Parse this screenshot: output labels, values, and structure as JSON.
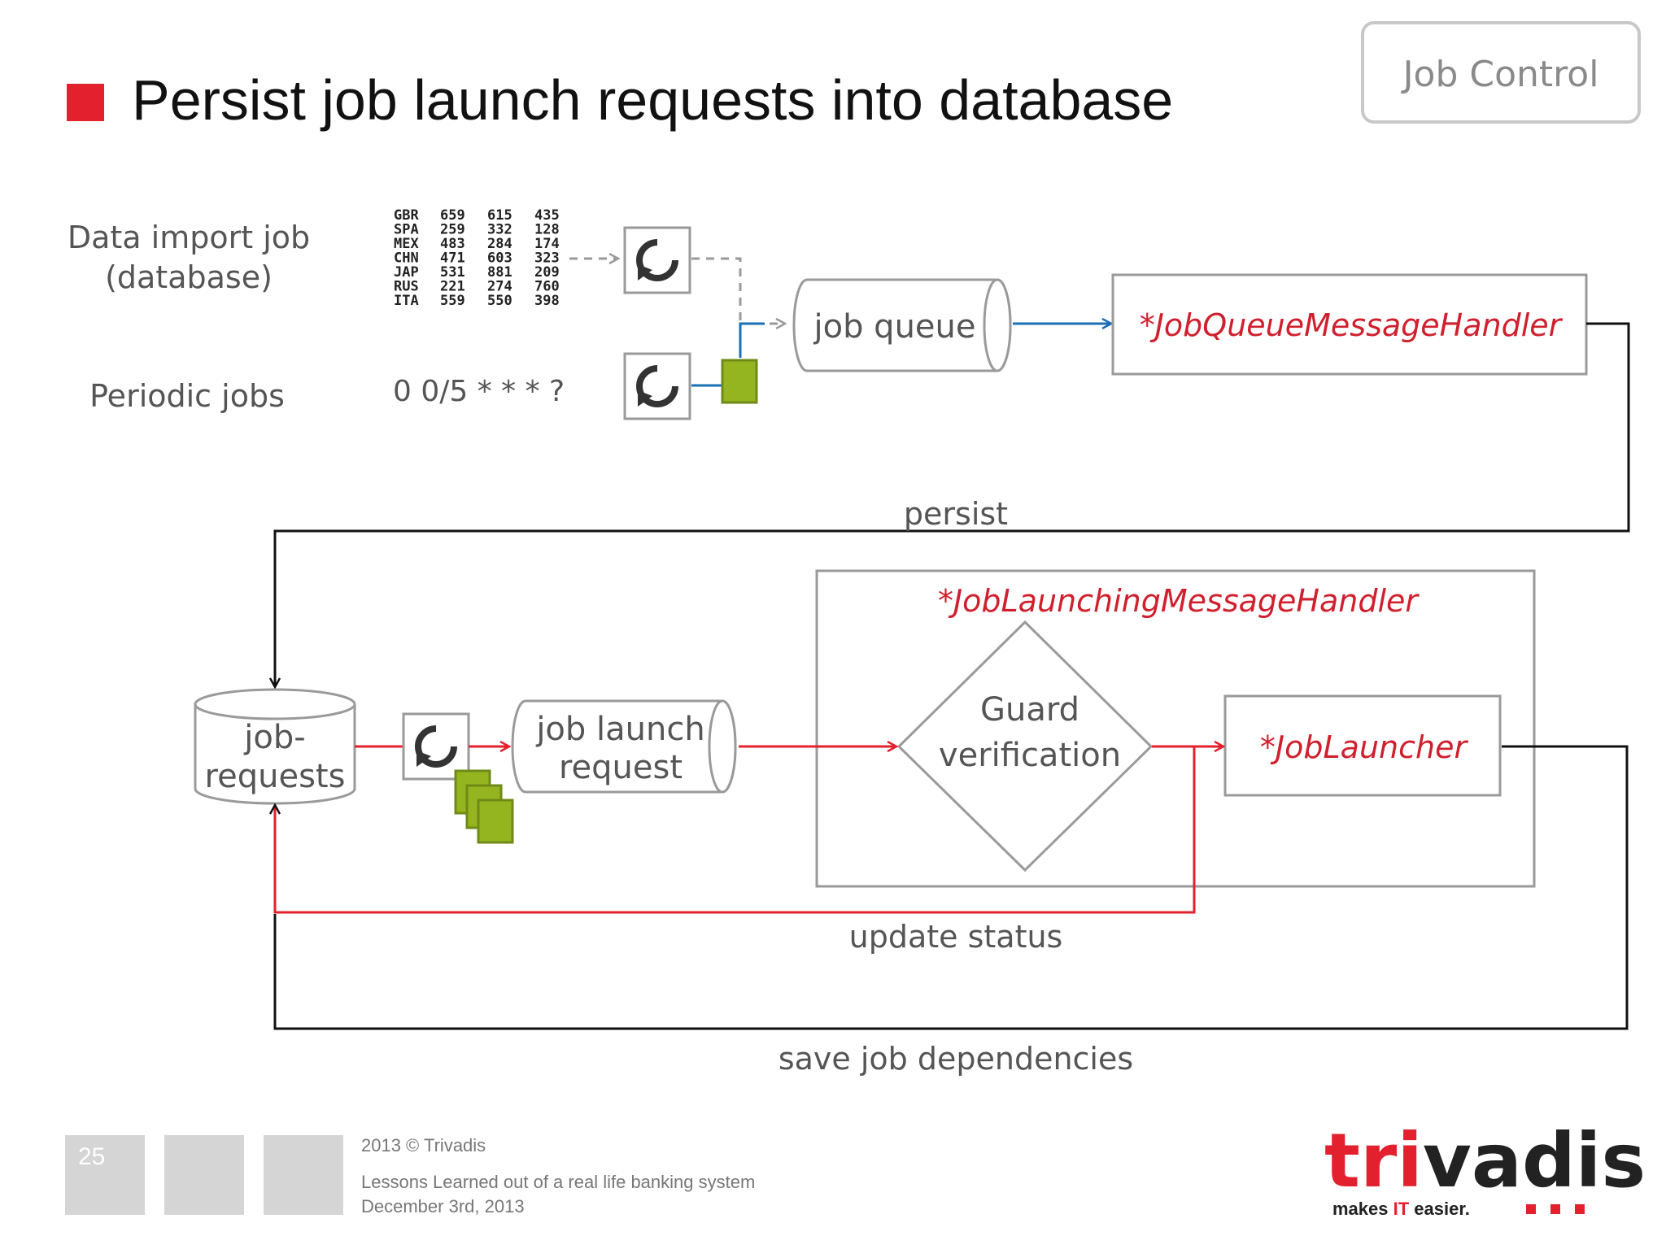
{
  "title": "Persist job launch requests into database",
  "badge": "Job Control",
  "left_labels": {
    "data_import_line1": "Data import job",
    "data_import_line2": "(database)",
    "periodic_jobs": "Periodic jobs"
  },
  "data_table": [
    [
      "GBR",
      "659",
      "615",
      "435"
    ],
    [
      "SPA",
      "259",
      "332",
      "128"
    ],
    [
      "MEX",
      "483",
      "284",
      "174"
    ],
    [
      "CHN",
      "471",
      "603",
      "323"
    ],
    [
      "JAP",
      "531",
      "881",
      "209"
    ],
    [
      "RUS",
      "221",
      "274",
      "760"
    ],
    [
      "ITA",
      "559",
      "550",
      "398"
    ]
  ],
  "cron": "0 0/5 * * * ?",
  "nodes": {
    "job_queue": "job queue",
    "queue_handler": "*JobQueueMessageHandler",
    "launching_handler": "*JobLaunchingMessageHandler",
    "guard_line1": "Guard",
    "guard_line2": "verification",
    "job_launcher": "*JobLauncher",
    "job_requests_line1": "job-",
    "job_requests_line2": "requests",
    "launch_request_line1": "job launch",
    "launch_request_line2": "request"
  },
  "edges": {
    "persist": "persist",
    "update_status": "update status",
    "save_dependencies": "save job dependencies"
  },
  "footer": {
    "page_number": "25",
    "copyright": "2013 © Trivadis",
    "talk_title": "Lessons Learned out of a real life banking system",
    "date": "December 3rd, 2013",
    "logo_prefix": "tri",
    "logo_suffix": "vadis",
    "tagline_start": "makes ",
    "tagline_accent": "IT",
    "tagline_end": " easier."
  },
  "colors": {
    "accent_red": "#e3202e",
    "handler_red": "#d0202e",
    "flow_blue": "#1a6fb5",
    "message_green": "#94b51f",
    "border_gray": "#9a9a9a"
  },
  "icons": [
    "red-square-bullet-icon",
    "refresh-icon",
    "message-icon",
    "message-stack-icon"
  ]
}
